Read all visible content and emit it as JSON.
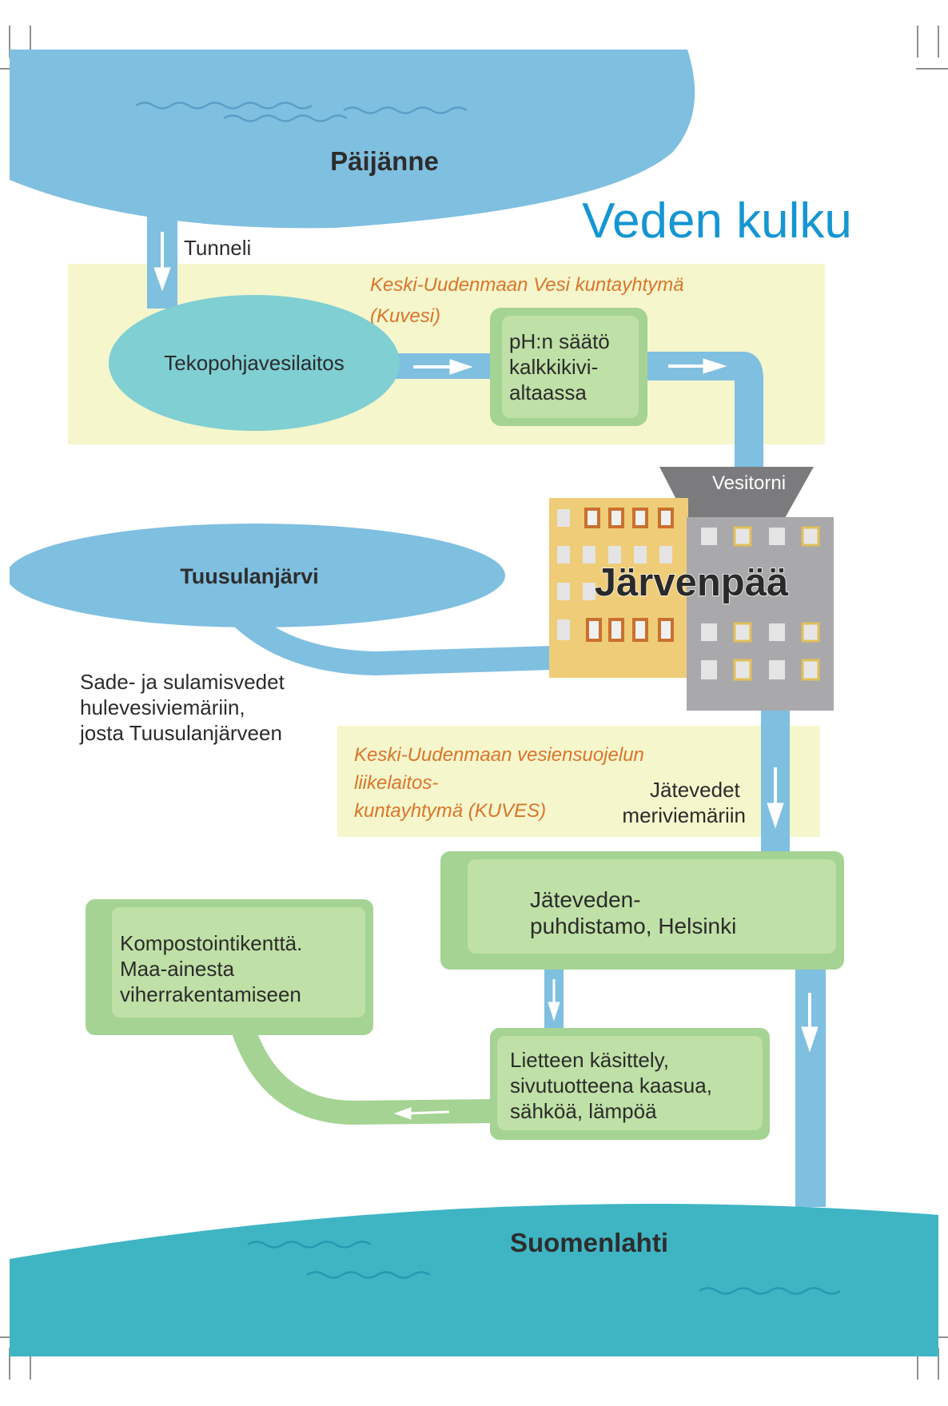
{
  "title": "Veden kulku",
  "lakes": {
    "paijanne": "Päijänne",
    "tuusulanjarvi": "Tuusulanjärvi",
    "suomenlahti": "Suomenlahti"
  },
  "labels": {
    "tunnel": "Tunneli",
    "plant": "Tekopohjavesilaitos",
    "ph": [
      "pH:n säätö",
      "kalkkikivi-",
      "altaassa"
    ],
    "tower": "Vesitorni",
    "city": "Järvenpää",
    "stormwater": [
      "Sade- ja sulamisvedet",
      "hulevesiviemäriin,",
      "josta Tuusulanjärveen"
    ],
    "wastewater": [
      "Jätevedet",
      "meriviemäriin"
    ],
    "treatment": [
      "Jäteveden-",
      "puhdistamo, Helsinki"
    ],
    "sludge": [
      "Lietteen käsittely,",
      "sivutuotteena kaasua,",
      "sähköä, lämpöä"
    ],
    "compost": [
      "Kompostointikenttä.",
      "Maa-ainesta",
      "viherrakentamiseen"
    ]
  },
  "orgs": {
    "kuvesi": [
      "Keski-Uudenmaan Vesi kuntayhtymä",
      "(Kuvesi)"
    ],
    "kuves": [
      "Keski-Uudenmaan vesiensuojelun",
      "liikelaitos-",
      "kuntayhtymä (KUVES)"
    ]
  },
  "colors": {
    "title": "#1596d2",
    "lake": "#7fbfe0",
    "sea": "#3fb5c4",
    "pipe": "#7fbfe0",
    "zone": "#f5f6cc",
    "green_outer": "#a5d393",
    "green_inner": "#bfe0a6",
    "plant": "#7fcfd3",
    "org_text": "#d9752a",
    "building_yellow": "#efcc77",
    "building_grey": "#a9a9ab",
    "tower": "#7b7b7d"
  }
}
